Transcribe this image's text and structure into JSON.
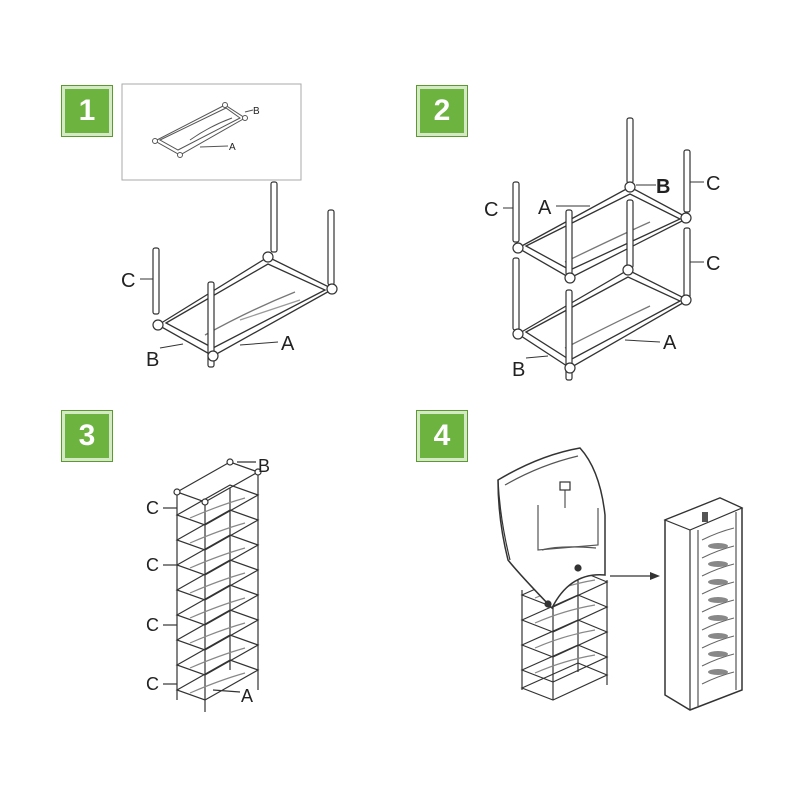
{
  "steps": [
    {
      "number": "1",
      "labels": {
        "inset_b": "B",
        "inset_a": "A",
        "c": "C",
        "b": "B",
        "a": "A"
      }
    },
    {
      "number": "2",
      "labels": {
        "c_left": "C",
        "a": "A",
        "b_top": "B",
        "c_top": "C",
        "c_mid": "C",
        "b_bottom": "B",
        "a_bottom": "A"
      }
    },
    {
      "number": "3",
      "labels": {
        "b": "B",
        "c1": "C",
        "c2": "C",
        "c3": "C",
        "c4": "C",
        "a": "A"
      }
    },
    {
      "number": "4",
      "labels": {}
    }
  ],
  "colors": {
    "badge": "#6db33f",
    "line": "#333333",
    "cover": "#444444"
  }
}
